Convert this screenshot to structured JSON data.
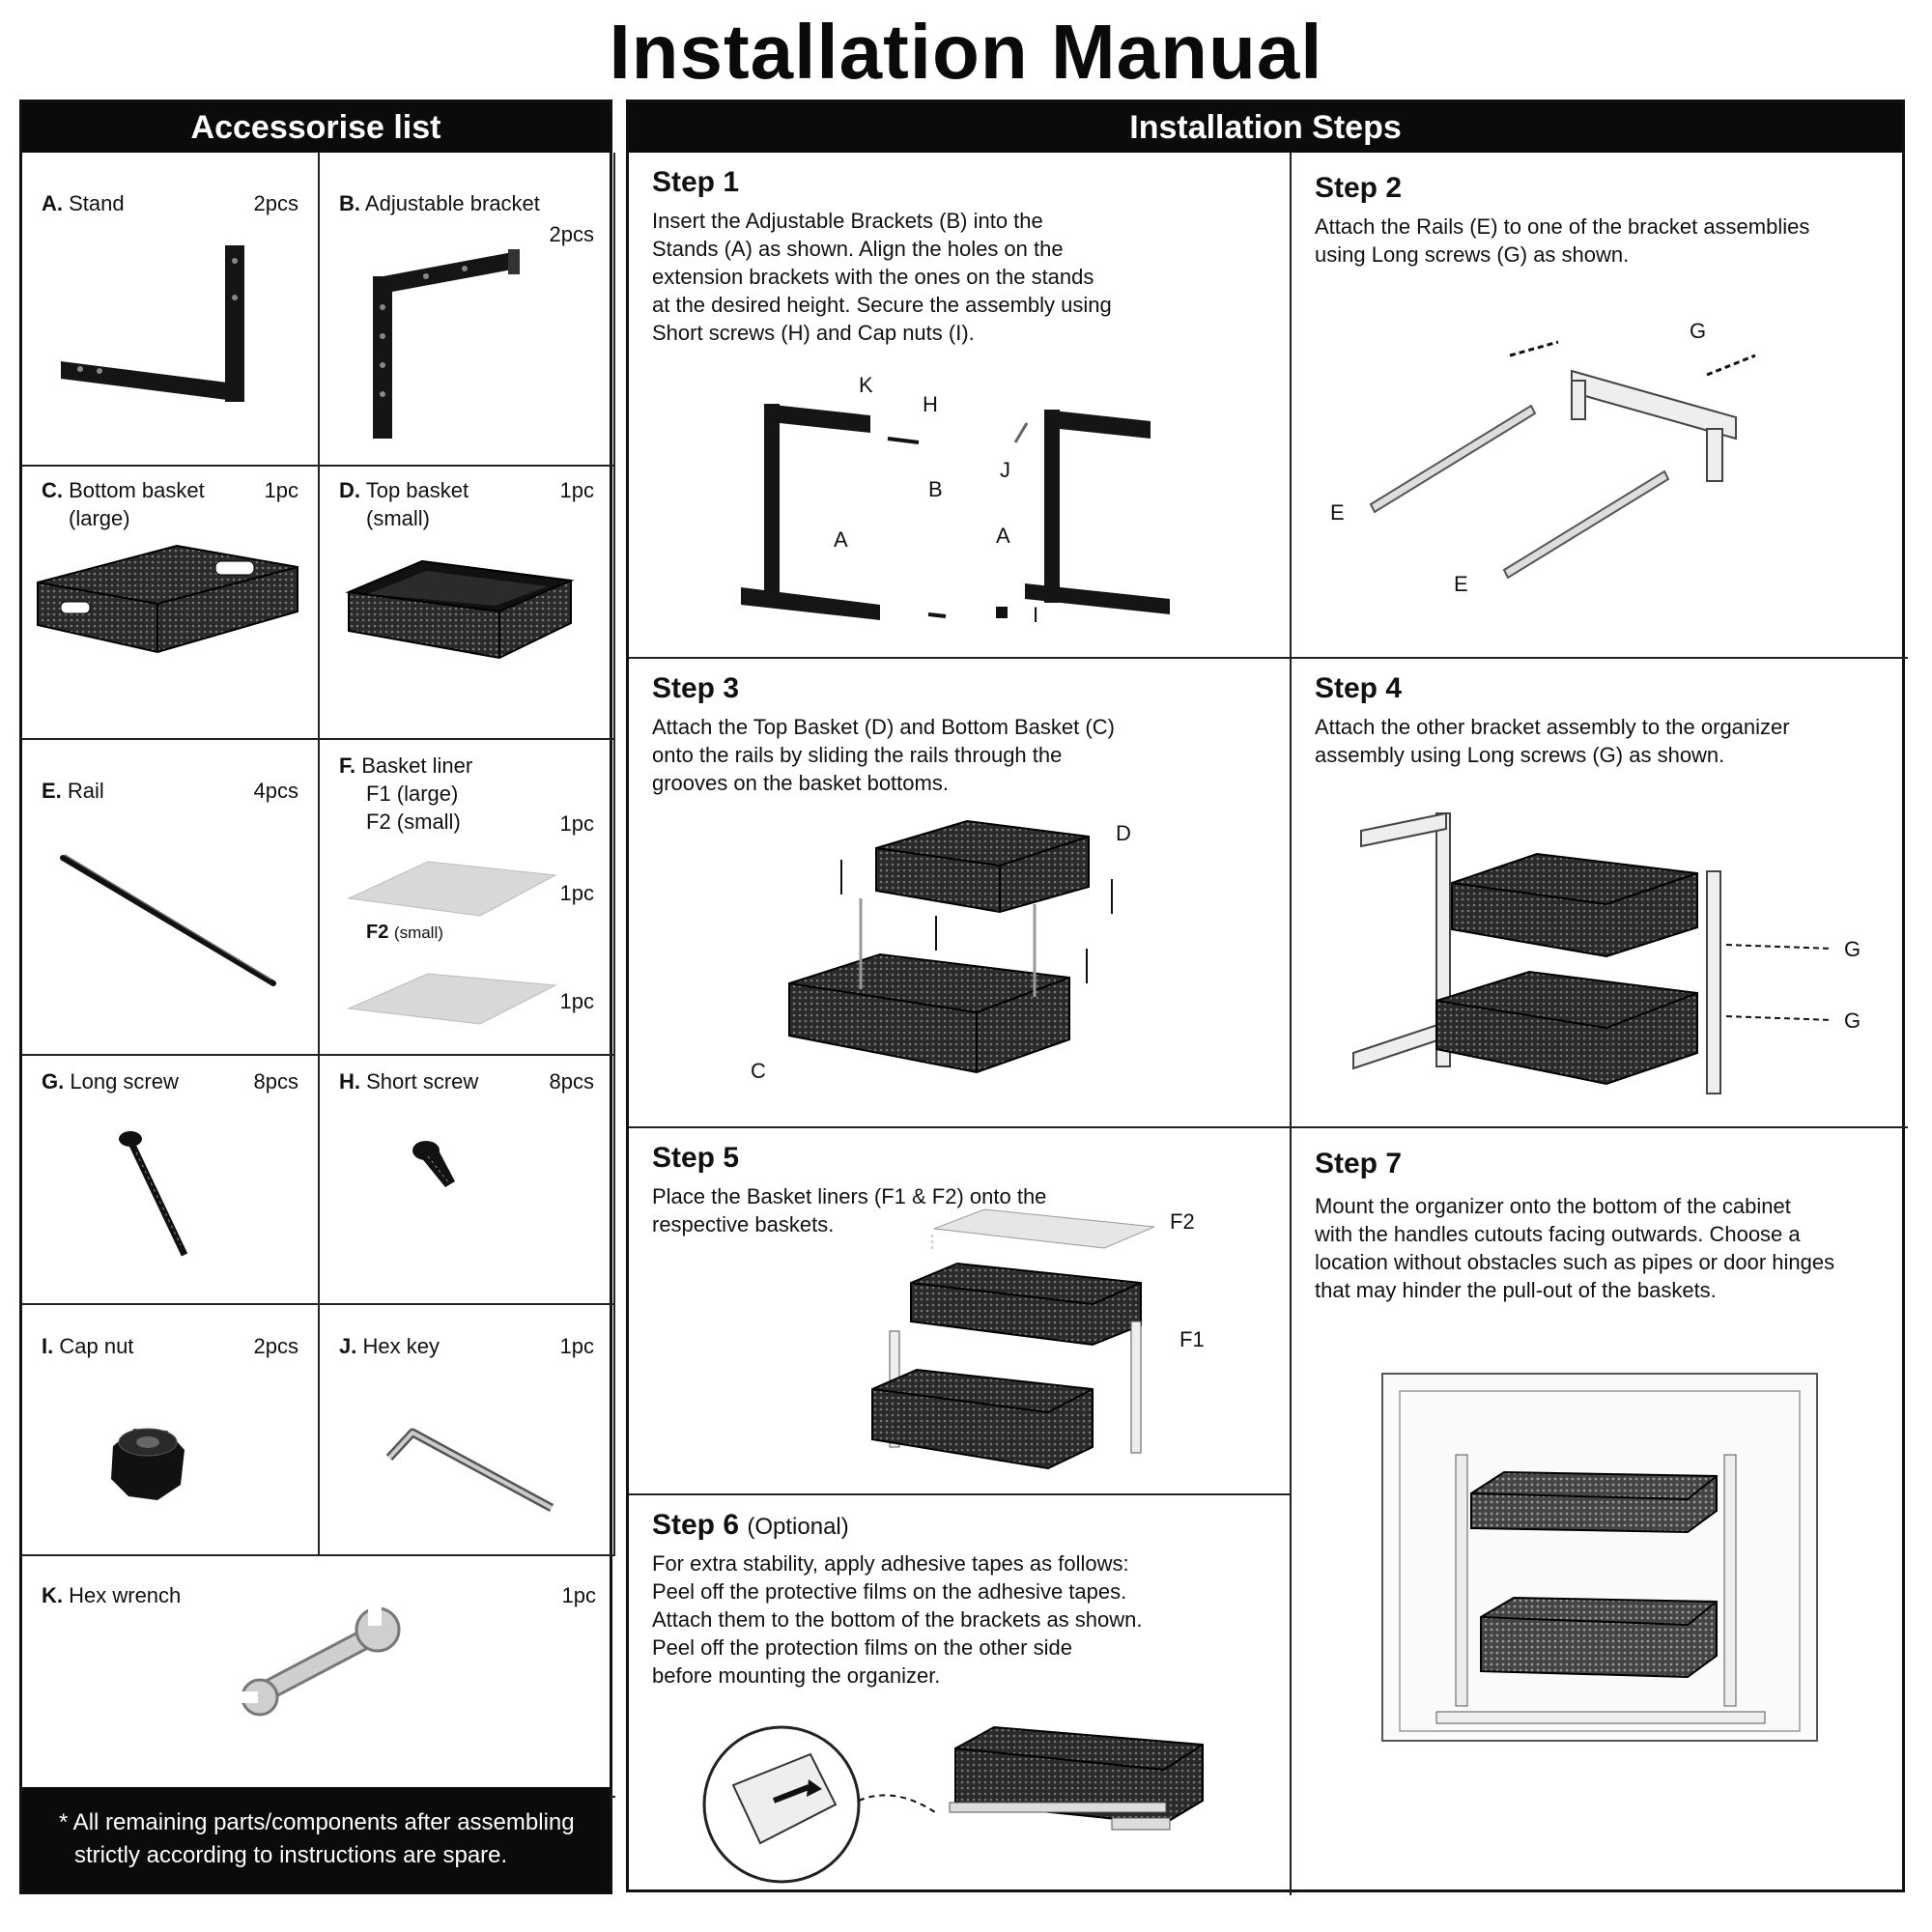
{
  "title": "Installation Manual",
  "accessories": {
    "header": "Accessorise  list",
    "items": [
      {
        "letter": "A.",
        "name": "Stand",
        "qty": "2pcs"
      },
      {
        "letter": "B.",
        "name": "Adjustable bracket",
        "qty": "2pcs"
      },
      {
        "letter": "C.",
        "name": "Bottom basket",
        "name2": "(large)",
        "qty": "1pc"
      },
      {
        "letter": "D.",
        "name": "Top basket",
        "name2": "(small)",
        "qty": "1pc"
      },
      {
        "letter": "E.",
        "name": "Rail",
        "qty": "4pcs"
      },
      {
        "letter": "F.",
        "name": "Basket liner",
        "sub1": "F1 (large)",
        "sub2": "F2 (small)",
        "qty": "1pc",
        "qty2": "1pc",
        "label2": "F2",
        "label2b": "(small)",
        "qty3": "1pc"
      },
      {
        "letter": "G.",
        "name": "Long screw",
        "qty": "8pcs"
      },
      {
        "letter": "H.",
        "name": "Short screw",
        "qty": "8pcs"
      },
      {
        "letter": "I.",
        "name": "Cap nut",
        "qty": "2pcs"
      },
      {
        "letter": "J.",
        "name": "Hex key",
        "qty": "1pc"
      },
      {
        "letter": "K.",
        "name": "Hex wrench",
        "qty": "1pc"
      }
    ],
    "footnote_line1": "* All remaining parts/components after assembling",
    "footnote_line2": "strictly according to instructions are spare."
  },
  "steps": {
    "header": "Installation  Steps",
    "list": [
      {
        "title": "Step 1",
        "lines": [
          "Insert the Adjustable Brackets (B) into the",
          "Stands (A) as shown. Align the holes on the",
          "extension brackets with the ones on the stands",
          "at the desired height. Secure the assembly using",
          "Short screws (H) and Cap nuts (I)."
        ],
        "labels": [
          "K",
          "H",
          "B",
          "J",
          "A",
          "A",
          "I"
        ]
      },
      {
        "title": "Step 2",
        "lines": [
          "Attach the Rails (E) to one of the bracket assemblies",
          "using Long screws (G) as shown."
        ],
        "labels": [
          "G",
          "E",
          "E"
        ]
      },
      {
        "title": "Step 3",
        "lines": [
          "Attach the Top Basket (D) and Bottom Basket (C)",
          "onto the rails by sliding the rails through the",
          "grooves on the basket bottoms."
        ],
        "labels": [
          "D",
          "C"
        ]
      },
      {
        "title": "Step 4",
        "lines": [
          "Attach the other bracket assembly to the organizer",
          "assembly using Long screws (G) as shown."
        ],
        "labels": [
          "G",
          "G"
        ]
      },
      {
        "title": "Step 5",
        "lines": [
          "Place the Basket liners (F1 & F2) onto the",
          "respective baskets."
        ],
        "labels": [
          "F2",
          "F1"
        ]
      },
      {
        "title": "Step 6",
        "optional": "(Optional)",
        "lines": [
          "For extra stability, apply adhesive tapes as follows:",
          "Peel off the protective films on the adhesive tapes.",
          "Attach them to the bottom of the brackets as shown.",
          "Peel off the protection films on the other side",
          "before mounting the organizer."
        ]
      },
      {
        "title": "Step 7",
        "lines": [
          "Mount the organizer onto the bottom of the cabinet",
          "with the handles cutouts facing outwards. Choose a",
          "location without obstacles such as pipes or door hinges",
          "that may hinder the pull-out of the baskets."
        ]
      }
    ]
  }
}
